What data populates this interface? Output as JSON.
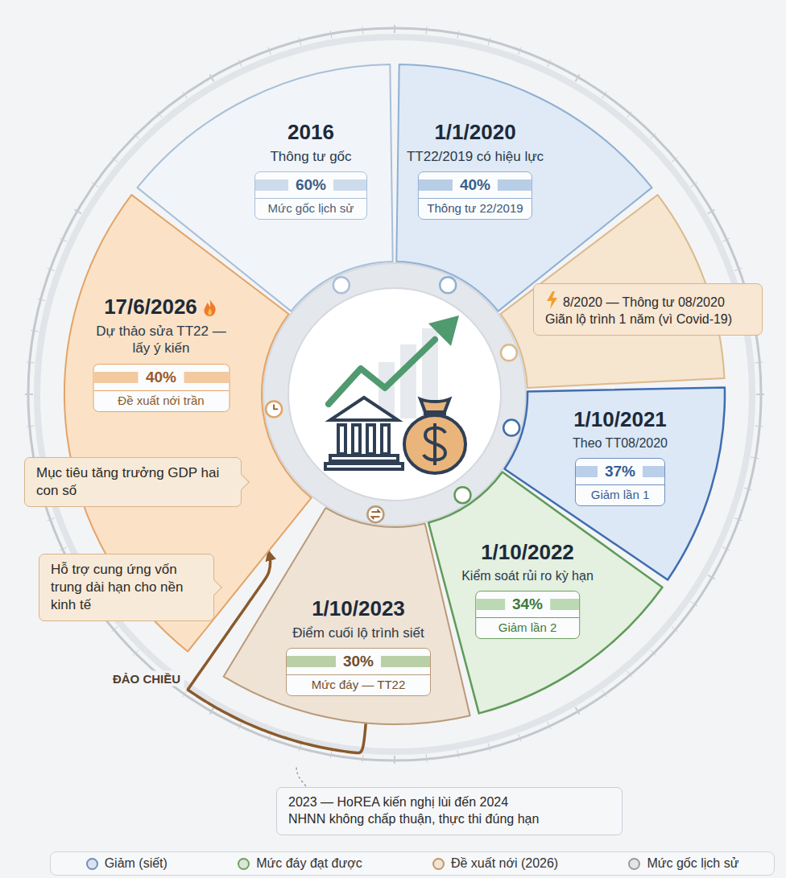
{
  "diagram": {
    "nodes": [
      {
        "text": [
          "2016",
          "Thông tư gốc"
        ]
      },
      {
        "text": [
          "60%",
          "Mức gốc lịch sử"
        ],
        "in": 0
      },
      {
        "text": [
          "1/1/2020",
          "TT22/2019 có hiệu lực"
        ]
      },
      {
        "text": [
          "40%",
          "Thông tư 22/2019"
        ],
        "in": 2
      },
      {
        "text": [
          "8/2020 — Thông tư 08/2020",
          "Giãn lộ trình 1 năm (vì Covid-19)"
        ]
      },
      {
        "text": [
          "1/10/2021",
          "Theo TT08/2020"
        ]
      },
      {
        "text": [
          "37%",
          "Giảm lần 1"
        ],
        "in": 5
      },
      {
        "text": [
          "1/10/2022",
          "Kiểm soát rủi ro kỳ hạn"
        ]
      },
      {
        "text": [
          "34%",
          "Giảm lần 2"
        ],
        "in": 7
      },
      {
        "text": [
          "1/10/2023",
          "Điểm cuối lộ trình siết"
        ]
      },
      {
        "text": [
          "30%",
          "Mức đáy — TT22"
        ],
        "in": 9
      },
      {
        "text": [
          "17/6/2026",
          "Dự thảo sửa TT22 — lấy ý kiến"
        ]
      },
      {
        "text": [
          "40%",
          "Đề xuất nới trần"
        ],
        "in": 11
      },
      {
        "text": [
          "Mục tiêu tăng trưởng GDP hai con số"
        ]
      },
      {
        "text": [
          "Hỗ trợ cung ứng vốn trung dài hạn cho nền kinh tế"
        ]
      },
      {
        "text": [
          "2023 — HoREA kiến nghị lùi đến 2024",
          "NHNN không chấp thuận, thực thi đúng hạn"
        ]
      }
    ],
    "edges": [
      {
        "from": 9,
        "to": 11,
        "arrow": "to"
      }
    ],
    "labels": [
      "ĐẢO CHIỀU"
    ],
    "legend": [
      {
        "text": "Giảm (siết)",
        "color": "#6f8fc0"
      },
      {
        "text": "Mức đáy đạt được",
        "color": "#6ea060"
      },
      {
        "text": "Đề xuất nới (2026)",
        "color": "#c7965f"
      },
      {
        "text": "Mức gốc lịch sử",
        "color": "#9a9a9a"
      }
    ]
  }
}
